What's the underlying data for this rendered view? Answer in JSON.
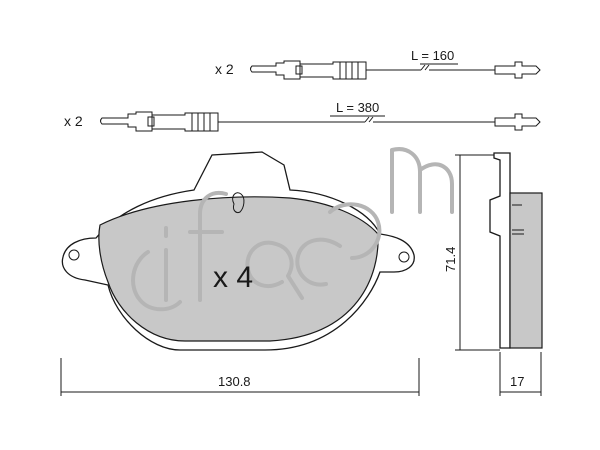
{
  "sensors": [
    {
      "quantity": "x 2",
      "length": "L = 160"
    },
    {
      "quantity": "x 2",
      "length": "L = 380"
    }
  ],
  "pad": {
    "quantity": "x 4"
  },
  "dimensions": {
    "width": "130.8",
    "height": "71.4",
    "thickness": "17"
  },
  "colors": {
    "pad_fill": "#c8c8c8",
    "line": "#1a1a1a",
    "watermark": "#b5b5b5"
  },
  "watermark_icon": "cifam-logo-watermark"
}
